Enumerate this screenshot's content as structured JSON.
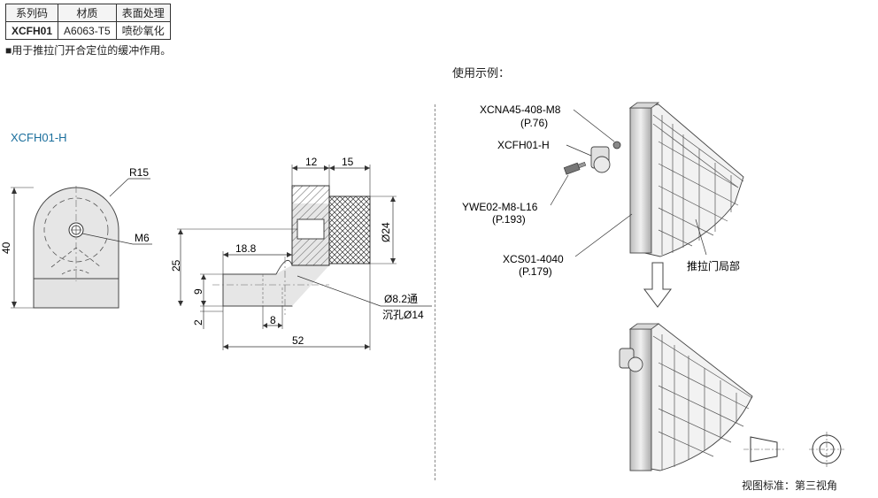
{
  "spec_table": {
    "headers": [
      "系列码",
      "材质",
      "表面处理"
    ],
    "row": [
      "XCFH01",
      "A6063-T5",
      "喷砂氧化"
    ]
  },
  "note": "■用于推拉门开合定位的缓冲作用。",
  "model_label": "XCFH01-H",
  "usage_title": "使用示例：",
  "front_view": {
    "radius": "R15",
    "height": "40",
    "thread": "M6"
  },
  "side_view": {
    "dims": {
      "d12": "12",
      "d15": "15",
      "d24": "Ø24",
      "d18_8": "18.8",
      "d25": "25",
      "d9": "9",
      "d2": "2",
      "d8": "8",
      "d52": "52"
    },
    "hole_note_1": "Ø8.2通",
    "hole_note_2": "沉孔Ø14"
  },
  "callouts": {
    "xcna": "XCNA45-408-M8",
    "xcna_page": "(P.76)",
    "xcfh": "XCFH01-H",
    "ywe": "YWE02-M8-L16",
    "ywe_page": "(P.193)",
    "xcs": "XCS01-4040",
    "xcs_page": "(P.179)",
    "door_part": "推拉门局部"
  },
  "view_standard": "视图标准：第三视角"
}
